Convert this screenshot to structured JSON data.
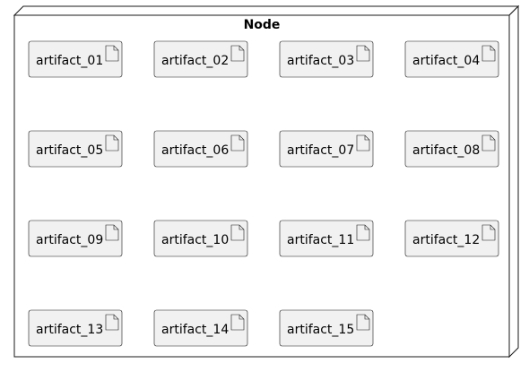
{
  "node": {
    "title": "Node"
  },
  "colors": {
    "node_fill": "#ffffff",
    "artifact_fill": "#f1f1f1",
    "stroke": "#181818"
  },
  "icons": {
    "artifact": "document-icon"
  },
  "artifacts": [
    {
      "label": "artifact_01"
    },
    {
      "label": "artifact_02"
    },
    {
      "label": "artifact_03"
    },
    {
      "label": "artifact_04"
    },
    {
      "label": "artifact_05"
    },
    {
      "label": "artifact_06"
    },
    {
      "label": "artifact_07"
    },
    {
      "label": "artifact_08"
    },
    {
      "label": "artifact_09"
    },
    {
      "label": "artifact_10"
    },
    {
      "label": "artifact_11"
    },
    {
      "label": "artifact_12"
    },
    {
      "label": "artifact_13"
    },
    {
      "label": "artifact_14"
    },
    {
      "label": "artifact_15"
    }
  ]
}
